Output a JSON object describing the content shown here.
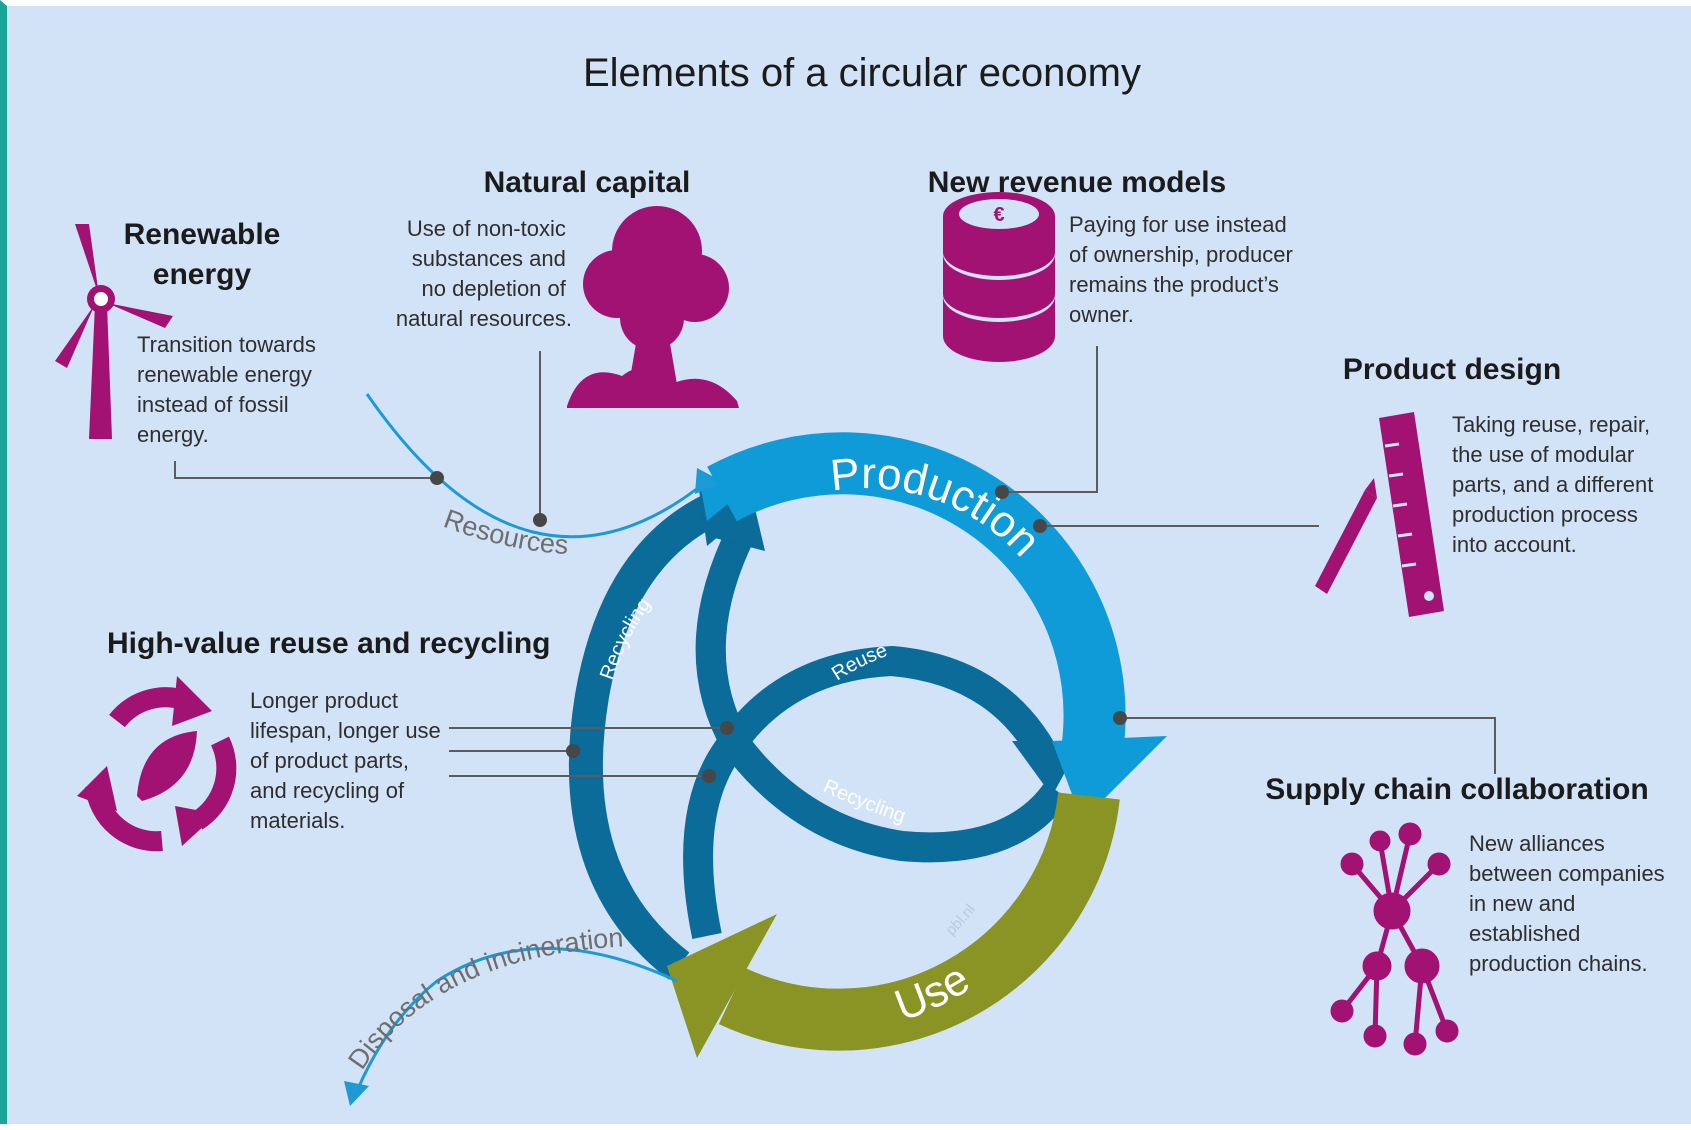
{
  "title": "Elements of a circular economy",
  "sections": {
    "renewable_energy": {
      "title_line1": "Renewable",
      "title_line2": "energy",
      "desc": [
        "Transition towards",
        "renewable energy",
        "instead of fossil",
        "energy."
      ],
      "icon": "wind-turbine-icon"
    },
    "natural_capital": {
      "title": "Natural capital",
      "desc": [
        "Use of non-toxic",
        "substances and",
        "no depletion of",
        "natural resources."
      ],
      "icon": "tree-icon"
    },
    "new_revenue_models": {
      "title": "New revenue models",
      "desc": [
        "Paying for use instead",
        "of ownership, producer",
        "remains the product’s",
        "owner."
      ],
      "icon": "euro-coins-icon"
    },
    "product_design": {
      "title": "Product design",
      "desc": [
        "Taking reuse, repair,",
        "the use of modular",
        "parts, and a different",
        "production process",
        "into account."
      ],
      "icon": "ruler-pencil-icon"
    },
    "high_value_reuse": {
      "title": "High-value reuse and recycling",
      "desc": [
        "Longer product",
        "lifespan, longer use",
        "of product parts,",
        "and recycling of",
        "materials."
      ],
      "icon": "recycle-leaf-icon"
    },
    "supply_chain": {
      "title": "Supply chain collaboration",
      "desc": [
        "New alliances",
        "between companies",
        "in new and",
        "established",
        "production chains."
      ],
      "icon": "network-nodes-icon"
    }
  },
  "cycle": {
    "production": "Production",
    "use": "Use",
    "reuse": "Reuse",
    "recycling_outer": "Recycling",
    "recycling_inner": "Recycling",
    "resources": "Resources",
    "disposal": "Disposal and incineration",
    "credit": "pbl.nl"
  },
  "colors": {
    "background": "#d3e3f7",
    "production": "#0e9bd8",
    "use": "#899425",
    "recycling": "#0b6b99",
    "accent_icons": "#a11273",
    "flow_line": "#1b9ad6"
  }
}
